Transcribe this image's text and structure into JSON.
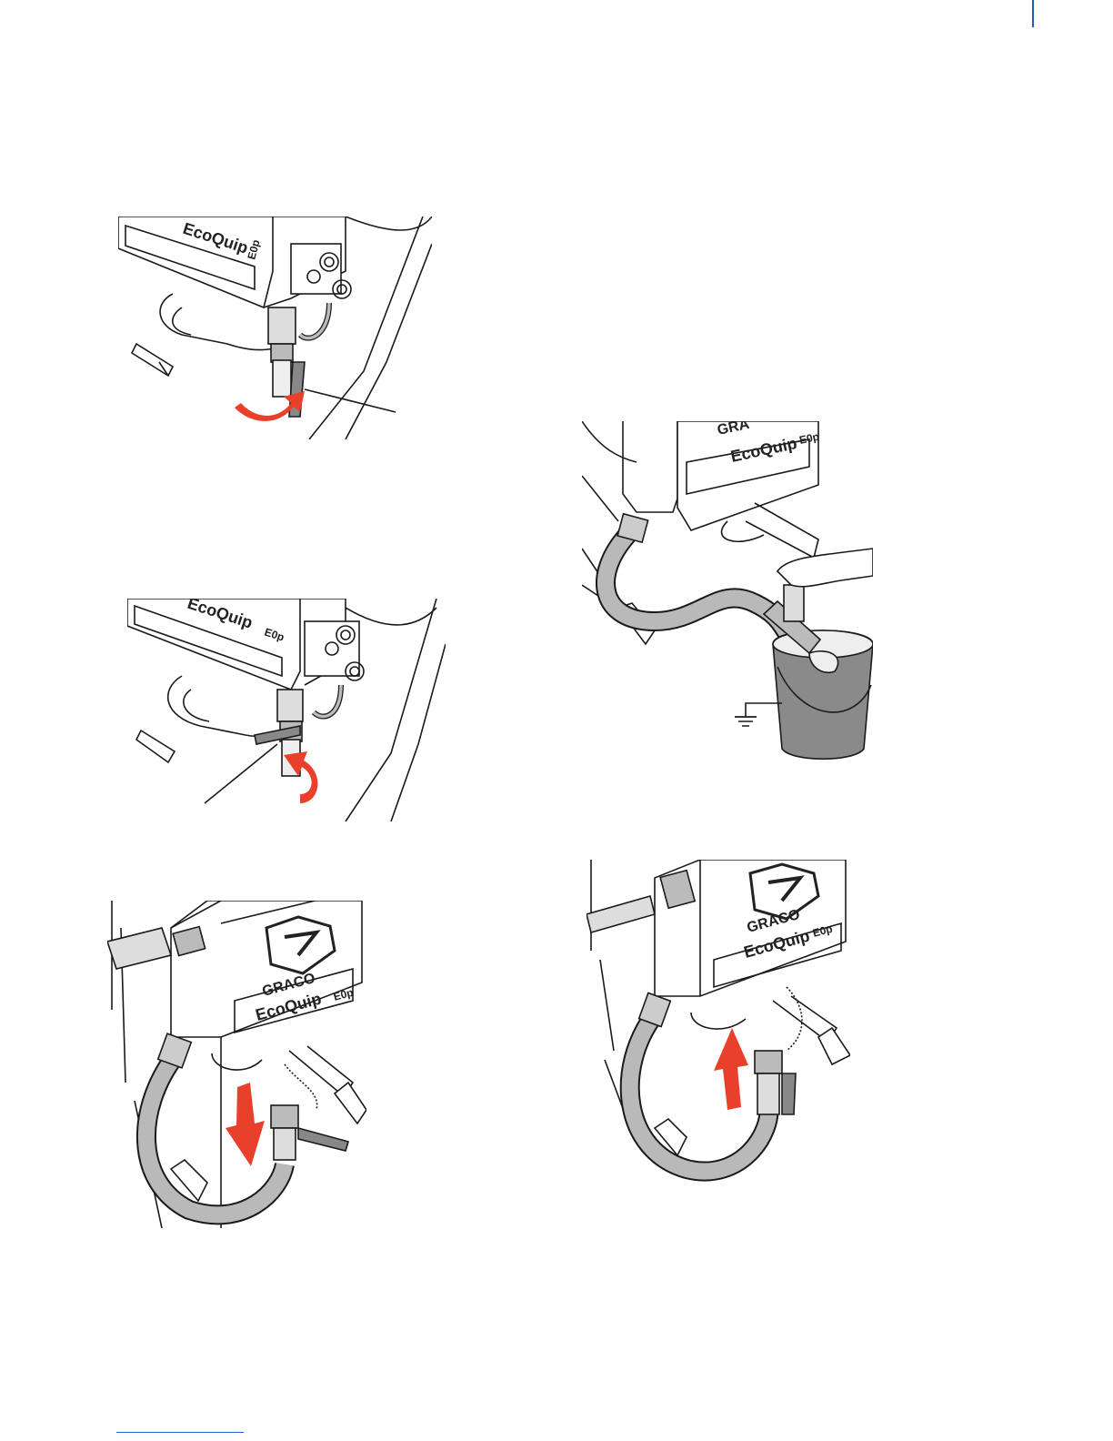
{
  "figures": {
    "fig1": {
      "brand": "EcoQuip",
      "model": "E0p"
    },
    "fig2": {
      "brand": "EcoQuip",
      "model": "E0p"
    },
    "fig3": {
      "brand": "EcoQuip",
      "model": "E0p",
      "maker": "GRACO"
    },
    "fig4": {
      "brand": "EcoQuip",
      "model": "E0p",
      "maker": "GRA"
    },
    "fig5": {
      "brand": "EcoQuip",
      "model": "E0p",
      "maker": "GRACO"
    }
  },
  "colors": {
    "arrow": "#e8402a",
    "hose": "#b9b9b9",
    "bucket": "#8a8a8a",
    "line": "#1a1a1a",
    "accent_rule": "#1f5fa8",
    "link": "#2b5fd9"
  },
  "icons": [
    "rotate-arrow-icon",
    "down-arrow-icon",
    "up-arrow-icon",
    "ground-symbol-icon",
    "graco-logo-icon"
  ]
}
